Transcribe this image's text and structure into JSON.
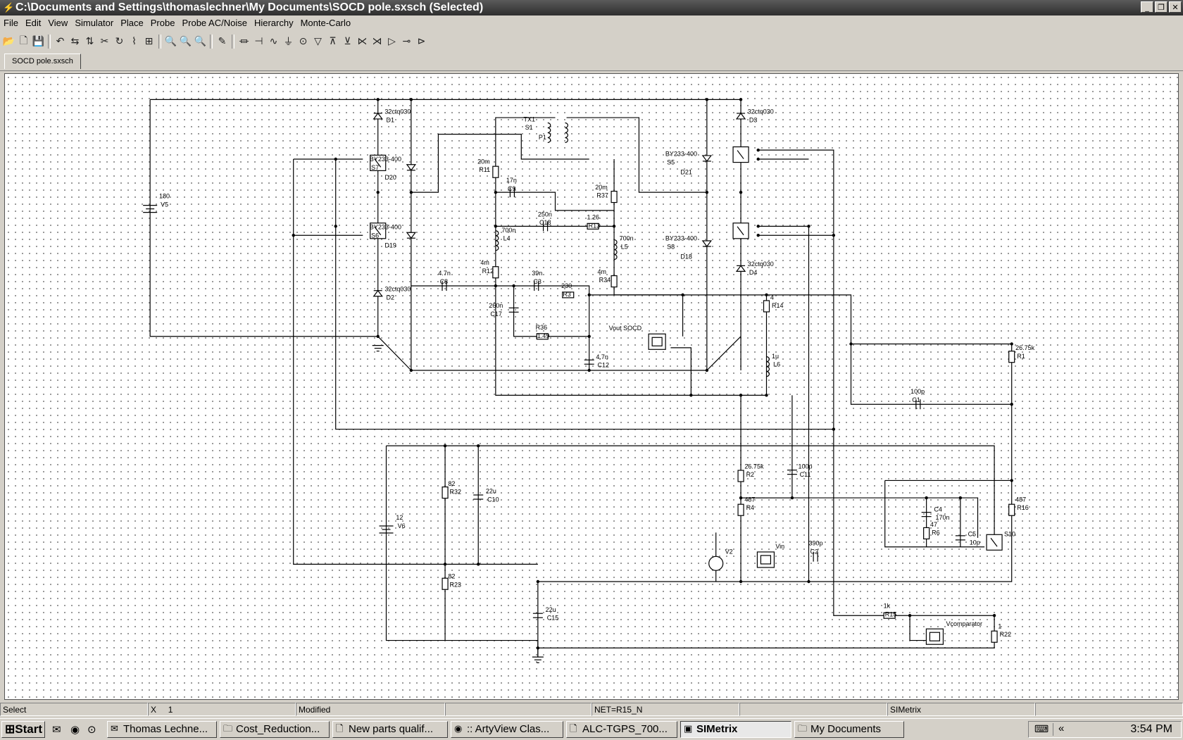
{
  "window": {
    "title": "C:\\Documents and Settings\\thomaslechner\\My Documents\\SOCD pole.sxsch (Selected)",
    "buttons": [
      "_",
      "❐",
      "✕"
    ]
  },
  "menu": [
    "File",
    "Edit",
    "View",
    "Simulator",
    "Place",
    "Probe",
    "Probe AC/Noise",
    "Hierarchy",
    "Monte-Carlo"
  ],
  "toolbar": {
    "icons": [
      "open-icon",
      "new-icon",
      "save-icon",
      "undo-icon",
      "mirror-icon",
      "flip-icon",
      "cut-icon",
      "rotate-icon",
      "wire-icon",
      "bus-icon",
      "zoom-fit-icon",
      "zoom-out-icon",
      "zoom-in-icon",
      "pencil-icon",
      "resistor-icon",
      "capacitor-icon",
      "inductor-icon",
      "ground-icon",
      "source-icon",
      "diode-icon",
      "npn-icon",
      "pnp-icon",
      "nmos-icon",
      "pmos-icon",
      "opamp-icon",
      "switch-icon",
      "probe-icon"
    ],
    "glyphs": [
      "📂",
      "🗋",
      "💾",
      "↶",
      "⇆",
      "⇅",
      "✂",
      "↻",
      "⌇",
      "⊞",
      "🔍",
      "🔍",
      "🔍",
      "✎",
      "⏛",
      "⊣",
      "∿",
      "⏚",
      "⊙",
      "▽",
      "⊼",
      "⊻",
      "⋉",
      "⋊",
      "▷",
      "⊸",
      "⊳"
    ]
  },
  "tab": {
    "label": "SOCD pole.sxsch"
  },
  "schematic": {
    "labels": [
      {
        "id": "D1",
        "text": "32ctq030",
        "ref": "D1"
      },
      {
        "id": "D2",
        "text": "32ctq030",
        "ref": "D2"
      },
      {
        "id": "D3",
        "text": "32ctq030",
        "ref": "D3"
      },
      {
        "id": "D4",
        "text": "32ctq030",
        "ref": "D4"
      },
      {
        "id": "S7",
        "text": "BY233-400",
        "ref": "S7",
        "ref2": "D20"
      },
      {
        "id": "S6",
        "text": "BY233-400",
        "ref": "S6",
        "ref2": "D19"
      },
      {
        "id": "S5",
        "text": "BY233-400",
        "ref": "S5",
        "ref2": "D21"
      },
      {
        "id": "S8",
        "text": "BY233-400",
        "ref": "S8",
        "ref2": "D18"
      },
      {
        "id": "V5",
        "text": "180",
        "ref": "V5"
      },
      {
        "id": "TX1",
        "text": "TX1",
        "ref": "S1",
        "ref2": "P1"
      },
      {
        "id": "R11",
        "text": "20m",
        "ref": "R11"
      },
      {
        "id": "C9",
        "text": "17n",
        "ref": "C9"
      },
      {
        "id": "R37",
        "text": "20m",
        "ref": "R37"
      },
      {
        "id": "C18",
        "text": "250n",
        "ref": "C18"
      },
      {
        "id": "R13",
        "text": "1.26",
        "ref": "R13"
      },
      {
        "id": "L4",
        "text": "700n",
        "ref": "L4"
      },
      {
        "id": "L5",
        "text": "700n",
        "ref": "L5"
      },
      {
        "id": "R12",
        "text": "4m",
        "ref": "R12"
      },
      {
        "id": "R34",
        "text": "4m",
        "ref": "R34"
      },
      {
        "id": "C8",
        "text": "4.7n",
        "ref": "C8"
      },
      {
        "id": "C3",
        "text": "39n",
        "ref": "C3"
      },
      {
        "id": "R3",
        "text": "230",
        "ref": "R3"
      },
      {
        "id": "C17",
        "text": "260n",
        "ref": "C17"
      },
      {
        "id": "R36",
        "text": "R36",
        "ref": "1.49"
      },
      {
        "id": "C12",
        "text": "4.7n",
        "ref": "C12"
      },
      {
        "id": "R14",
        "text": "4",
        "ref": "R14"
      },
      {
        "id": "L6",
        "text": "1u",
        "ref": "L6"
      },
      {
        "id": "R1",
        "text": "26.75k",
        "ref": "R1"
      },
      {
        "id": "C1",
        "text": "100p",
        "ref": "C1"
      },
      {
        "id": "R2",
        "text": "26.75k",
        "ref": "R2"
      },
      {
        "id": "C11",
        "text": "100p",
        "ref": "C11"
      },
      {
        "id": "R4",
        "text": "487",
        "ref": "R4"
      },
      {
        "id": "C4",
        "text": "C4",
        "ref": "170n"
      },
      {
        "id": "R6",
        "text": "47",
        "ref": "R6"
      },
      {
        "id": "C5",
        "text": "C5",
        "ref": "10p"
      },
      {
        "id": "R16",
        "text": "487",
        "ref": "R16"
      },
      {
        "id": "C2",
        "text": "390p",
        "ref": "C2"
      },
      {
        "id": "R32",
        "text": "82",
        "ref": "R32"
      },
      {
        "id": "C10",
        "text": "22u",
        "ref": "C10"
      },
      {
        "id": "V6",
        "text": "12",
        "ref": "V6"
      },
      {
        "id": "R23",
        "text": "82",
        "ref": "R23"
      },
      {
        "id": "C15",
        "text": "22u",
        "ref": "C15"
      },
      {
        "id": "R15",
        "text": "1k",
        "ref": "R15"
      },
      {
        "id": "R22",
        "text": "1",
        "ref": "R22"
      }
    ],
    "probes": {
      "vout": "Vout SOCD",
      "vin": "Vin",
      "vcomp": "Vcomparator",
      "v2": "V2",
      "s10": "S10"
    }
  },
  "status": {
    "mode": "Select",
    "x_label": "X",
    "x_value": "1",
    "modified": "Modified",
    "net": "NET=R15_N",
    "app": "SIMetrix"
  },
  "taskbar": {
    "start": "Start",
    "tasks": [
      {
        "label": "Thomas Lechne...",
        "active": false
      },
      {
        "label": "Cost_Reduction...",
        "active": false
      },
      {
        "label": "New parts qualif...",
        "active": false
      },
      {
        "label": ":: ArtyView Clas...",
        "active": false
      },
      {
        "label": "ALC-TGPS_700...",
        "active": false
      },
      {
        "label": "SIMetrix",
        "active": true
      },
      {
        "label": "My Documents",
        "active": false
      }
    ],
    "clock": "3:54 PM"
  }
}
